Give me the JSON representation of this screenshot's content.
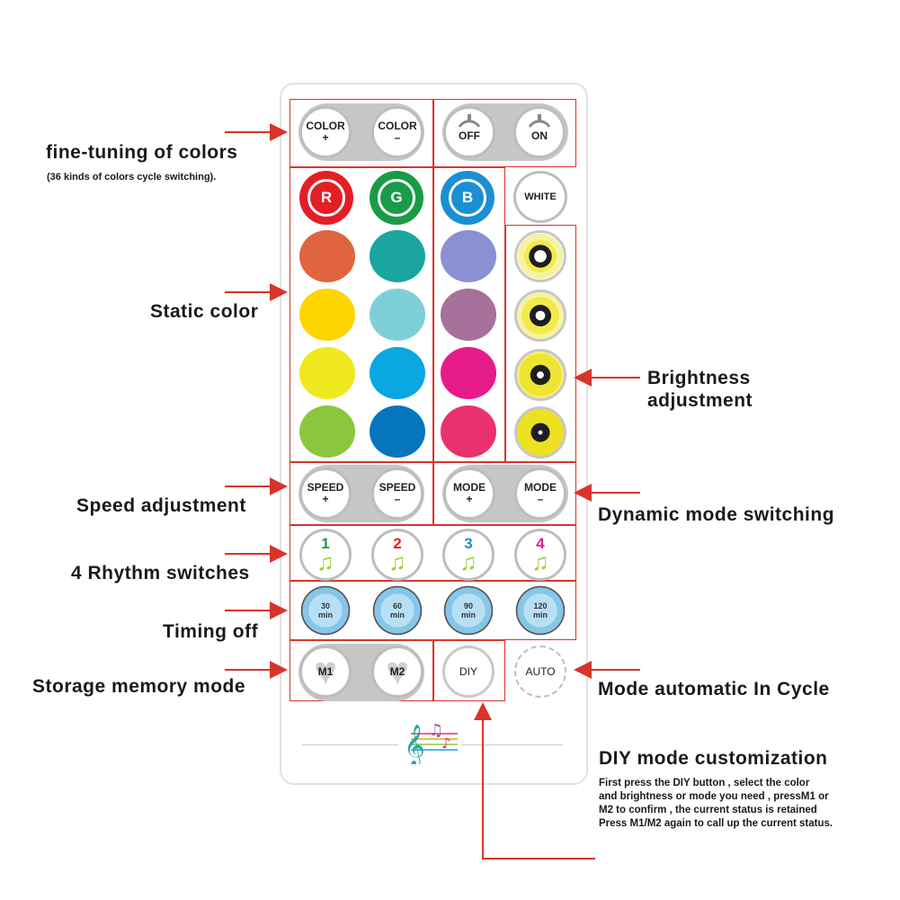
{
  "colors": {
    "frame": "#d9342b",
    "arrow": "#d9342b",
    "static": [
      "#e0643f",
      "#1aa59f",
      "#8b90d2",
      "#ffd500",
      "#7fcfd9",
      "#a6719a",
      "#f0e81e",
      "#0aa7e3",
      "#e61b8a",
      "#8cc63f",
      "#0575be",
      "#e9316f"
    ]
  },
  "buttons": {
    "color_plus": {
      "top": "COLOR",
      "sym": "+"
    },
    "color_minus": {
      "top": "COLOR",
      "sym": "–"
    },
    "off": "OFF",
    "on": "ON",
    "r": "R",
    "g": "G",
    "b": "B",
    "white": "WHITE",
    "speed_plus": {
      "top": "SPEED",
      "sym": "+"
    },
    "speed_minus": {
      "top": "SPEED",
      "sym": "–"
    },
    "mode_plus": {
      "top": "MODE",
      "sym": "+"
    },
    "mode_minus": {
      "top": "MODE",
      "sym": "–"
    },
    "rhythm": [
      "1",
      "2",
      "3",
      "4"
    ],
    "timers": [
      {
        "num": "30",
        "unit": "min"
      },
      {
        "num": "60",
        "unit": "min"
      },
      {
        "num": "90",
        "unit": "min"
      },
      {
        "num": "120",
        "unit": "min"
      }
    ],
    "m1": "M1",
    "m2": "M2",
    "diy": "DIY",
    "auto": "AUTO"
  },
  "labels": {
    "fine_tuning": "fine-tuning of colors",
    "fine_tuning_sub": "(36 kinds of colors cycle switching).",
    "static_color": "Static color",
    "brightness_1": "Brightness",
    "brightness_2": "adjustment",
    "speed": "Speed adjustment",
    "dynamic_mode": "Dynamic mode switching",
    "rhythm": "4 Rhythm switches",
    "timing": "Timing off",
    "memory": "Storage memory mode",
    "auto_cycle": "Mode automatic  In  Cycle",
    "diy_title": "DIY mode customization",
    "diy_desc_1": "First press the DIY button , select  the color",
    "diy_desc_2": "and brightness or mode you need , pressM1 or",
    "diy_desc_3": "M2 to confirm , the current status is retained",
    "diy_desc_4": "Press M1/M2 again to call up the current status."
  }
}
